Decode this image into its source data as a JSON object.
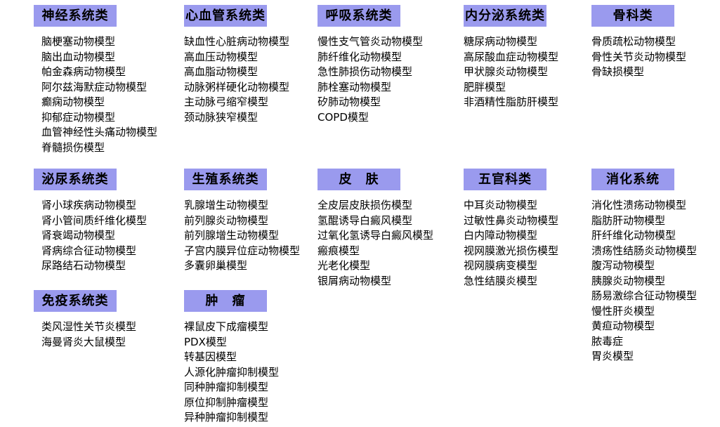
{
  "page": {
    "accent_header_bg": "#9a9aee",
    "text_color": "#000000",
    "background": "#ffffff"
  },
  "categories": [
    {
      "id": "neuro",
      "title": "神经系统类",
      "items": [
        "脑梗塞动物模型",
        "脑出血动物模型",
        "帕金森病动物模型",
        "阿尔兹海默症动物模型",
        "癫痫动物模型",
        "抑郁症动物模型",
        "血管神经性头痛动物模型",
        "脊髓损伤模型"
      ]
    },
    {
      "id": "cardiovascular",
      "title": "心血管系统类",
      "items": [
        "缺血性心脏病动物模型",
        "高血压动物模型",
        "高血脂动物模型",
        "动脉粥样硬化动物模型",
        "主动脉弓缩窄模型",
        "颈动脉狭窄模型"
      ]
    },
    {
      "id": "respiratory",
      "title": "呼吸系统类",
      "items": [
        "慢性支气管炎动物模型",
        "肺纤维化动物模型",
        "急性肺损伤动物模型",
        "肺栓塞动物模型",
        "矽肺动物模型",
        "COPD模型"
      ]
    },
    {
      "id": "endocrine",
      "title": "内分泌系统类",
      "items": [
        "糖尿病动物模型",
        "高尿酸血症动物模型",
        "甲状腺炎动物模型",
        "肥胖模型",
        "非酒精性脂肪肝模型"
      ]
    },
    {
      "id": "orthopedics",
      "title": "骨科类",
      "items": [
        "骨质疏松动物模型",
        "骨性关节炎动物模型",
        "骨缺损模型"
      ]
    },
    {
      "id": "urinary",
      "title": "泌尿系统类",
      "items": [
        "肾小球疾病动物模型",
        "肾小管间质纤维化模型",
        "肾衰竭动物模型",
        "肾病综合征动物模型",
        "尿路结石动物模型"
      ]
    },
    {
      "id": "reproductive",
      "title": "生殖系统类",
      "items": [
        "乳腺增生动物模型",
        "前列腺炎动物模型",
        "前列腺增生动物模型",
        "子宫内膜异位症动物模型",
        "多囊卵巢模型"
      ]
    },
    {
      "id": "skin",
      "title": "皮　肤",
      "items": [
        "全皮层皮肤损伤模型",
        "氢醌诱导白癜风模型",
        "过氧化氢诱导白癜风模型",
        "瘢痕模型",
        "光老化模型",
        "银屑病动物模型"
      ]
    },
    {
      "id": "ent-eye",
      "title": "五官科类",
      "items": [
        "中耳炎动物模型",
        "过敏性鼻炎动物模型",
        "白内障动物模型",
        "视网膜激光损伤模型",
        "视网膜病变模型",
        "急性结膜炎模型"
      ]
    },
    {
      "id": "digestive",
      "title": "消化系统",
      "items": [
        "消化性溃疡动物模型",
        "脂肪肝动物模型",
        "肝纤维化动物模型",
        "溃疡性结肠炎动物模型",
        "腹泻动物模型",
        "胰腺炎动物模型",
        "肠易激综合征动物模型",
        "慢性肝炎模型",
        "黄疸动物模型",
        "脓毒症",
        "胃炎模型"
      ]
    },
    {
      "id": "immune",
      "title": "免疫系统类",
      "items": [
        "类风湿性关节炎模型",
        "海曼肾炎大鼠模型"
      ]
    },
    {
      "id": "tumor",
      "title": "肿　瘤",
      "items": [
        "裸鼠皮下成瘤模型",
        "PDX模型",
        "转基因模型",
        "人源化肿瘤抑制模型",
        "同种肿瘤抑制模型",
        "原位抑制肿瘤模型",
        "异种肿瘤抑制模型"
      ]
    }
  ]
}
